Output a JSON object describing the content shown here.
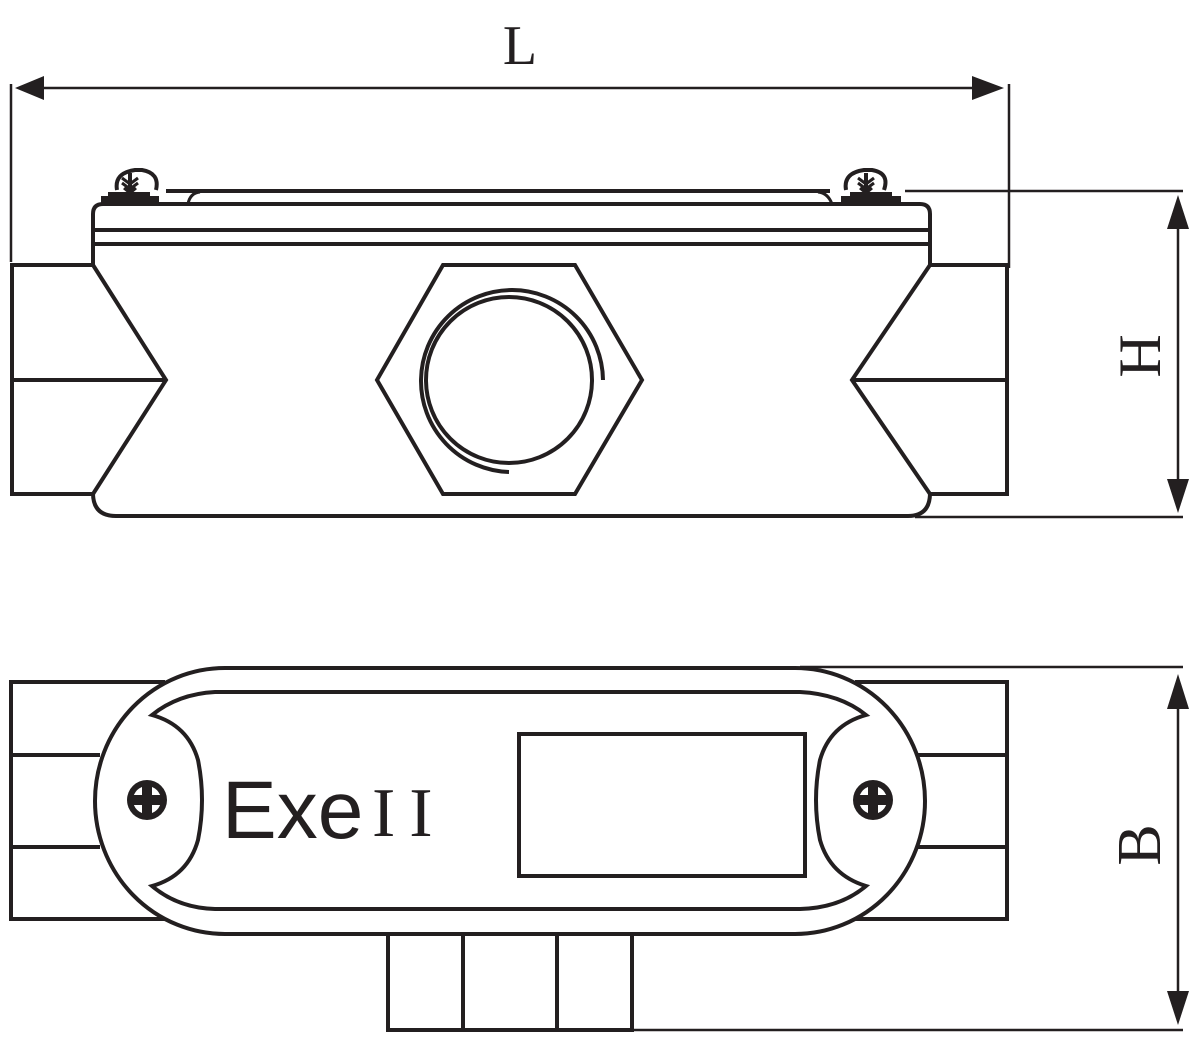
{
  "drawing": {
    "subject": "Explosion-proof junction box (through-type) — elevation and plan views",
    "colors": {
      "line": "#231f20",
      "background": "#ffffff"
    }
  },
  "dimensions": {
    "length_label": "L",
    "height_label": "H",
    "width_label": "B"
  },
  "top_view": {
    "name": "front elevation",
    "features": [
      "cover",
      "two cover screws",
      "left conduit entry",
      "right conduit entry",
      "hex nut hub"
    ]
  },
  "bottom_view": {
    "name": "plan view",
    "cover_marking_main": "Exe",
    "cover_marking_class": "II",
    "features": [
      "oval cover",
      "two cross-head screws",
      "nameplate window",
      "left conduit entry",
      "right conduit entry",
      "bottom conduit entry"
    ]
  }
}
